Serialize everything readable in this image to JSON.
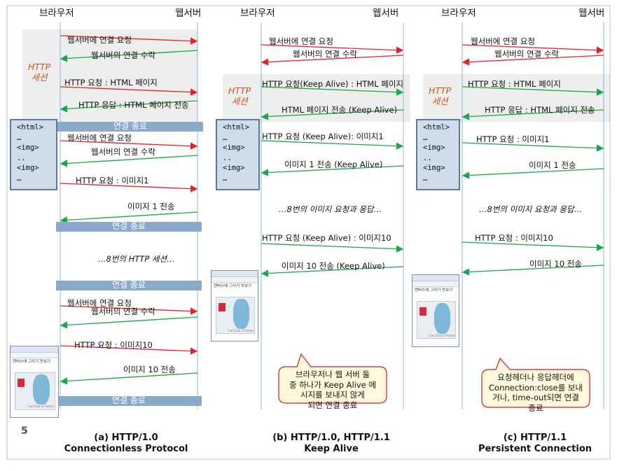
{
  "headers": [
    {
      "browser": "브라우저",
      "server": "웹서버"
    },
    {
      "browser": "브라우저",
      "server": "웹서버"
    },
    {
      "browser": "브라우저",
      "server": "웹서버"
    }
  ],
  "session_label": "HTTP\n세션",
  "html_box_lines": [
    "<html>",
    "…",
    "<img>",
    "..",
    "<img>",
    "…"
  ],
  "panel_a": {
    "msgs": [
      "웹서버에 연결 요청",
      "웹서버의 연결 수락",
      "HTTP 요청 : HTML 페이지",
      "HTTP 응답 : HTML 페이지 전송",
      "웹서버에 연결 요청",
      "웹서버의 연결 수락",
      "HTTP 요청 : 이미지1",
      "이미지 1 전송",
      "웹서버에 연결 요청",
      "웹서버의 연결 수락",
      "HTTP 요청 : 이미지10",
      "이미지 10 전송"
    ],
    "close_label": "연결 종료",
    "ellipsis": "…8번의 HTTP 세션…",
    "caption_line1": "(a) HTTP/1.0",
    "caption_line2": "Connectionless Protocol"
  },
  "panel_b": {
    "msgs": [
      "웹서버에 연결 요청",
      "웹서버의 연결 수락",
      "HTTP 요청(Keep Alive) : HTML 페이지",
      "HTML 페이지 전송 (Keep Alive)",
      "HTTP 요청 (Keep Alive): 이미지1",
      "이미지 1 전송 (Keep Alive)",
      "HTTP 요청 (Keep Alive) : 이미지10",
      "이미지 10 전송 (Keep Alive)"
    ],
    "ellipsis": "…8번의 이미지 요청과 응답…",
    "callout": [
      "브라우저나 웹 서버 둘",
      "중 하나가 Keep Alive 메",
      "시지를 보내지 않게",
      "되면 연결 종료"
    ],
    "caption_line1": "(b) HTTP/1.0,  HTTP/1.1",
    "caption_line2": "Keep Alive"
  },
  "panel_c": {
    "msgs": [
      "웹서버에 연결 요청",
      "웹서버의 연결 수락",
      "HTTP 요청 : HTML 페이지",
      "HTTP 응답 : HTML 페이지 전송",
      "HTTP 요청 : 이미지1",
      "이미지 1 전송",
      "HTTP 요청 : 이미지10",
      "이미지 10 전송"
    ],
    "ellipsis": "…8번의 이미지 요청과 응답…",
    "callout": [
      "요청헤더나 응답헤더에",
      "Connection:close를 보내",
      "거나, time-out되면 연결",
      "종료"
    ],
    "caption_line1": "(c) HTTP/1.1",
    "caption_line2": "Persistent  Connection"
  },
  "thumbnail": {
    "title": "캔버스에 그리기 맛보기",
    "caption": "I am Elsa in Frozen"
  },
  "page_number": "5",
  "colors": {
    "request": "#e8202a",
    "response_html": "#1aa64a",
    "timeline": "#8fb3d8",
    "bar": "#8aaacb",
    "session": "#c8561e",
    "callout_border": "#cc2222",
    "callout_fill": "#fff8dc"
  }
}
